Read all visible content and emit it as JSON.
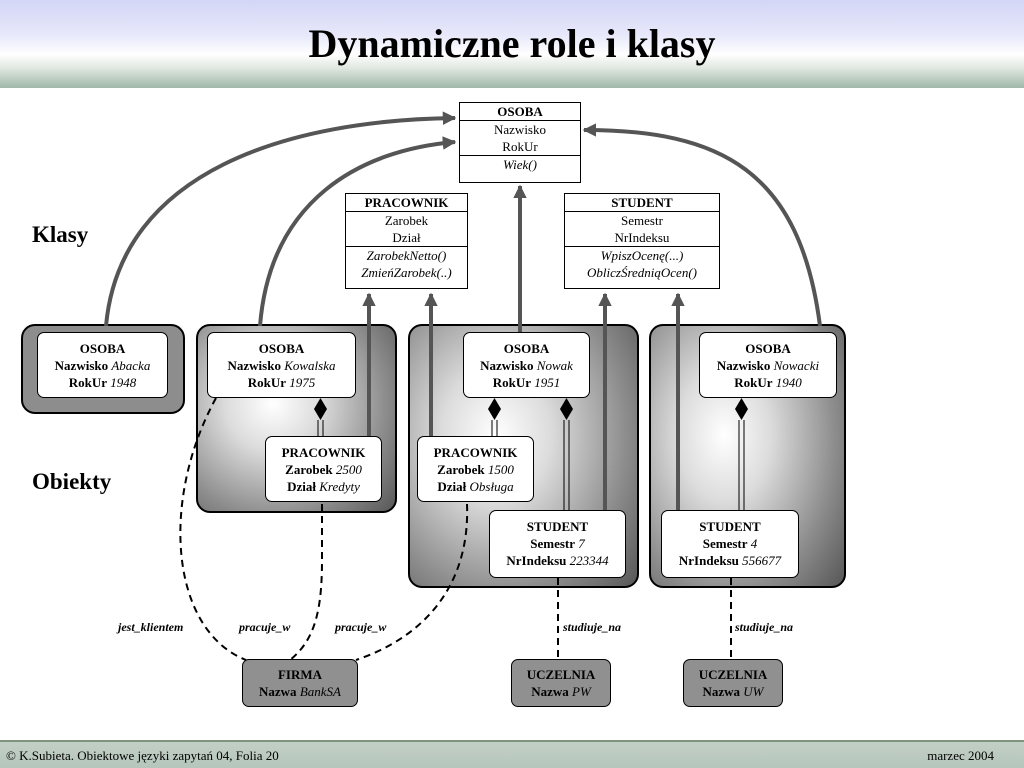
{
  "title": "Dynamiczne role i klasy",
  "sections": {
    "classes": "Klasy",
    "objects": "Obiekty"
  },
  "classes": {
    "osoba": {
      "name": "OSOBA",
      "attrs": [
        "Nazwisko",
        "RokUr"
      ],
      "methods": [
        "Wiek()"
      ]
    },
    "pracownik": {
      "name": "PRACOWNIK",
      "attrs": [
        "Zarobek",
        "Dział"
      ],
      "methods": [
        "ZarobekNetto()",
        "ZmieńZarobek(..)"
      ]
    },
    "student": {
      "name": "STUDENT",
      "attrs": [
        "Semestr",
        "NrIndeksu"
      ],
      "methods": [
        "WpiszOcenę(...)",
        "ObliczŚredniąOcen()"
      ]
    }
  },
  "objects": {
    "osoba_abacka": {
      "type": "OSOBA",
      "k1": "Nazwisko",
      "v1": "Abacka",
      "k2": "RokUr",
      "v2": "1948"
    },
    "osoba_kowalska": {
      "type": "OSOBA",
      "k1": "Nazwisko",
      "v1": "Kowalska",
      "k2": "RokUr",
      "v2": "1975"
    },
    "prac_kredyty": {
      "type": "PRACOWNIK",
      "k1": "Zarobek",
      "v1": "2500",
      "k2": "Dział",
      "v2": "Kredyty"
    },
    "osoba_nowak": {
      "type": "OSOBA",
      "k1": "Nazwisko",
      "v1": "Nowak",
      "k2": "RokUr",
      "v2": "1951"
    },
    "prac_obsluga": {
      "type": "PRACOWNIK",
      "k1": "Zarobek",
      "v1": "1500",
      "k2": "Dział",
      "v2": "Obsługa"
    },
    "stud_nowak": {
      "type": "STUDENT",
      "k1": "Semestr",
      "v1": "7",
      "k2": "NrIndeksu",
      "v2": "223344"
    },
    "osoba_nowacki": {
      "type": "OSOBA",
      "k1": "Nazwisko",
      "v1": "Nowacki",
      "k2": "RokUr",
      "v2": "1940"
    },
    "stud_nowacki": {
      "type": "STUDENT",
      "k1": "Semestr",
      "v1": "4",
      "k2": "NrIndeksu",
      "v2": "556677"
    }
  },
  "external": {
    "firma": {
      "type": "FIRMA",
      "k1": "Nazwa",
      "v1": "BankSA"
    },
    "uczelnia_pw": {
      "type": "UCZELNIA",
      "k1": "Nazwa",
      "v1": "PW"
    },
    "uczelnia_uw": {
      "type": "UCZELNIA",
      "k1": "Nazwa",
      "v1": "UW"
    }
  },
  "links": {
    "jest_klientem": "jest_klientem",
    "pracuje_w_1": "pracuje_w",
    "pracuje_w_2": "pracuje_w",
    "studiuje_na_1": "studiuje_na",
    "studiuje_na_2": "studiuje_na"
  },
  "footer": {
    "left": "© K.Subieta. Obiektowe języki zapytań 04, Folia 20",
    "right": "marzec 2004"
  }
}
